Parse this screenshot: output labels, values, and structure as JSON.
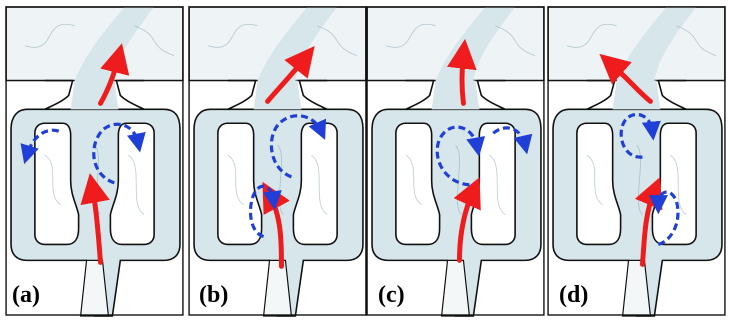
{
  "panels": [
    {
      "label": "(a)"
    },
    {
      "label": "(b)"
    },
    {
      "label": "(c)"
    },
    {
      "label": "(d)"
    }
  ],
  "colors": {
    "fluid_fill": "#d7e6ea",
    "fluid_streak": "#7fa3ad",
    "wall_stroke": "#111111",
    "main_flow_arrow": "#ee1c1c",
    "vortex_arrow": "#1f3fd6"
  }
}
